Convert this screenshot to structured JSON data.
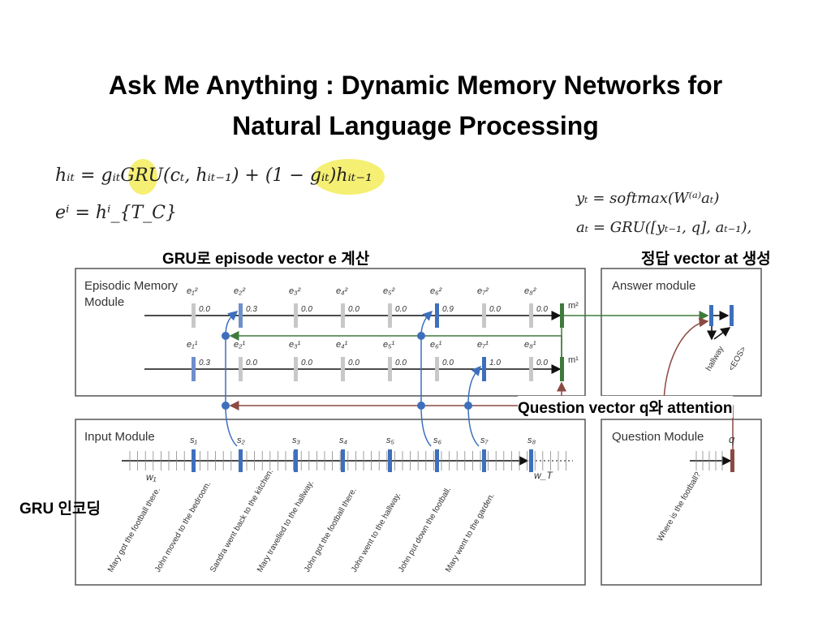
{
  "title": {
    "line1": "Ask Me Anything : Dynamic Memory Networks for",
    "line2": "Natural Language Processing"
  },
  "equations": {
    "h_update": "hᵢₜ  =  gᵢₜGRU(cₜ, hᵢₜ₋₁) + (1 − gᵢₜ)hᵢₜ₋₁",
    "e_def": "eⁱ  =  hⁱ_{T_C}",
    "y_def": "yₜ  =  softmax(W⁽ᵃ⁾aₜ)",
    "a_def": "aₜ  =  GRU([yₜ₋₁, q], aₜ₋₁),"
  },
  "annotations": {
    "gru_episode": "GRU로 episode vector e 계산",
    "answer_gen": "정답 vector at 생성",
    "question_attention": "Question vector q와 attention",
    "gru_encoding": "GRU 인코딩"
  },
  "modules": {
    "episodic": [
      "Episodic Memory",
      "Module"
    ],
    "answer": "Answer module",
    "input": "Input Module",
    "question": "Question Module"
  },
  "episodic": {
    "top_row": {
      "labels": [
        "e₁²",
        "e₂²",
        "e₃²",
        "e₄²",
        "e₅²",
        "e₆²",
        "e₇²",
        "e₈²"
      ],
      "values": [
        "0.0",
        "0.3",
        "0.0",
        "0.0",
        "0.0",
        "0.9",
        "0.0",
        "0.0"
      ],
      "memory": "m²"
    },
    "bottom_row": {
      "labels": [
        "e₁¹",
        "e₂¹",
        "e₃¹",
        "e₄¹",
        "e₅¹",
        "e₆¹",
        "e₇¹",
        "e₈¹"
      ],
      "values": [
        "0.3",
        "0.0",
        "0.0",
        "0.0",
        "0.0",
        "0.0",
        "1.0",
        "0.0"
      ],
      "memory": "m¹"
    }
  },
  "input": {
    "sentence_labels": [
      "s₁",
      "s₂",
      "s₃",
      "s₄",
      "s₅",
      "s₆",
      "s₇",
      "s₈"
    ],
    "w_start": "w₁",
    "w_end": "w_T",
    "sentences": [
      "Mary got the football there.",
      "John moved to the bedroom.",
      "Sandra went back to the kitchen.",
      "Mary travelled to the hallway.",
      "John got the football there.",
      "John went to the hallway.",
      "John put down the football.",
      "Mary went to the garden."
    ]
  },
  "answer": {
    "outputs": [
      "hallway",
      "<EOS>"
    ]
  },
  "question": {
    "label": "q",
    "text": "Where is the football?"
  }
}
